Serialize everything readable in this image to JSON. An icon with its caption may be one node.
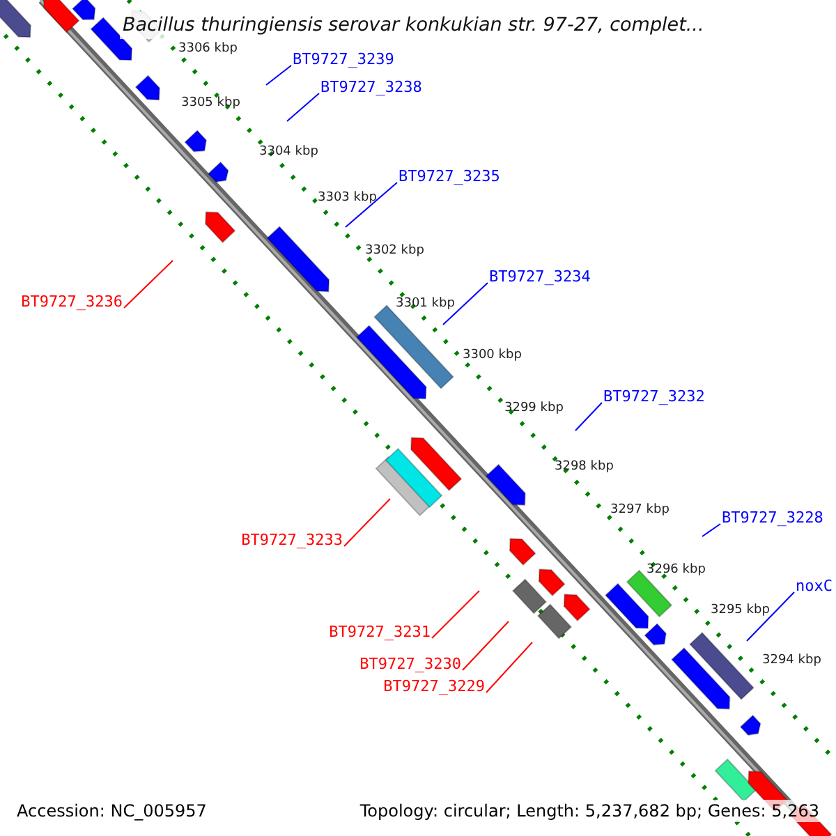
{
  "diagram": {
    "title": "Bacillus thuringiensis serovar konkukian str. 97-27, complet...",
    "nodes": [
      {
        "text": [
          "BT9727_3239"
        ]
      },
      {
        "text": [
          "BT9727_3238"
        ]
      },
      {
        "text": [
          "BT9727_3235"
        ]
      },
      {
        "text": [
          "BT9727_3236"
        ]
      },
      {
        "text": [
          "BT9727_3234"
        ]
      },
      {
        "text": [
          "BT9727_3232"
        ]
      },
      {
        "text": [
          "BT9727_3233"
        ]
      },
      {
        "text": [
          "BT9727_3228"
        ]
      },
      {
        "text": [
          "noxC"
        ]
      },
      {
        "text": [
          "BT9727_3231"
        ]
      },
      {
        "text": [
          "BT9727_3230"
        ]
      },
      {
        "text": [
          "BT9727_3229"
        ]
      }
    ],
    "edges": [
      {
        "from": 0,
        "to": null,
        "arrow": "none"
      },
      {
        "from": 1,
        "to": null,
        "arrow": "none"
      },
      {
        "from": 2,
        "to": null,
        "arrow": "none"
      },
      {
        "from": 3,
        "to": null,
        "arrow": "none",
        "color": "#ff0000"
      },
      {
        "from": 4,
        "to": null,
        "arrow": "none"
      },
      {
        "from": 5,
        "to": null,
        "arrow": "none"
      },
      {
        "from": 6,
        "to": null,
        "arrow": "none",
        "color": "#ff0000"
      },
      {
        "from": 7,
        "to": null,
        "arrow": "none"
      },
      {
        "from": 8,
        "to": null,
        "arrow": "none"
      },
      {
        "from": 9,
        "to": null,
        "arrow": "none",
        "color": "#ff0000"
      },
      {
        "from": 10,
        "to": null,
        "arrow": "none",
        "color": "#ff0000"
      },
      {
        "from": 11,
        "to": null,
        "arrow": "none",
        "color": "#ff0000"
      }
    ],
    "labels": [
      "3306 kbp",
      "3305 kbp",
      "3304 kbp",
      "3303 kbp",
      "3302 kbp",
      "3301 kbp",
      "3300 kbp",
      "3299 kbp",
      "3298 kbp",
      "3297 kbp",
      "3296 kbp",
      "3295 kbp",
      "3294 kbp",
      "Accession: NC_005957",
      "Topology: circular; Length: 5,237,682 bp; Genes: 5,263"
    ]
  }
}
